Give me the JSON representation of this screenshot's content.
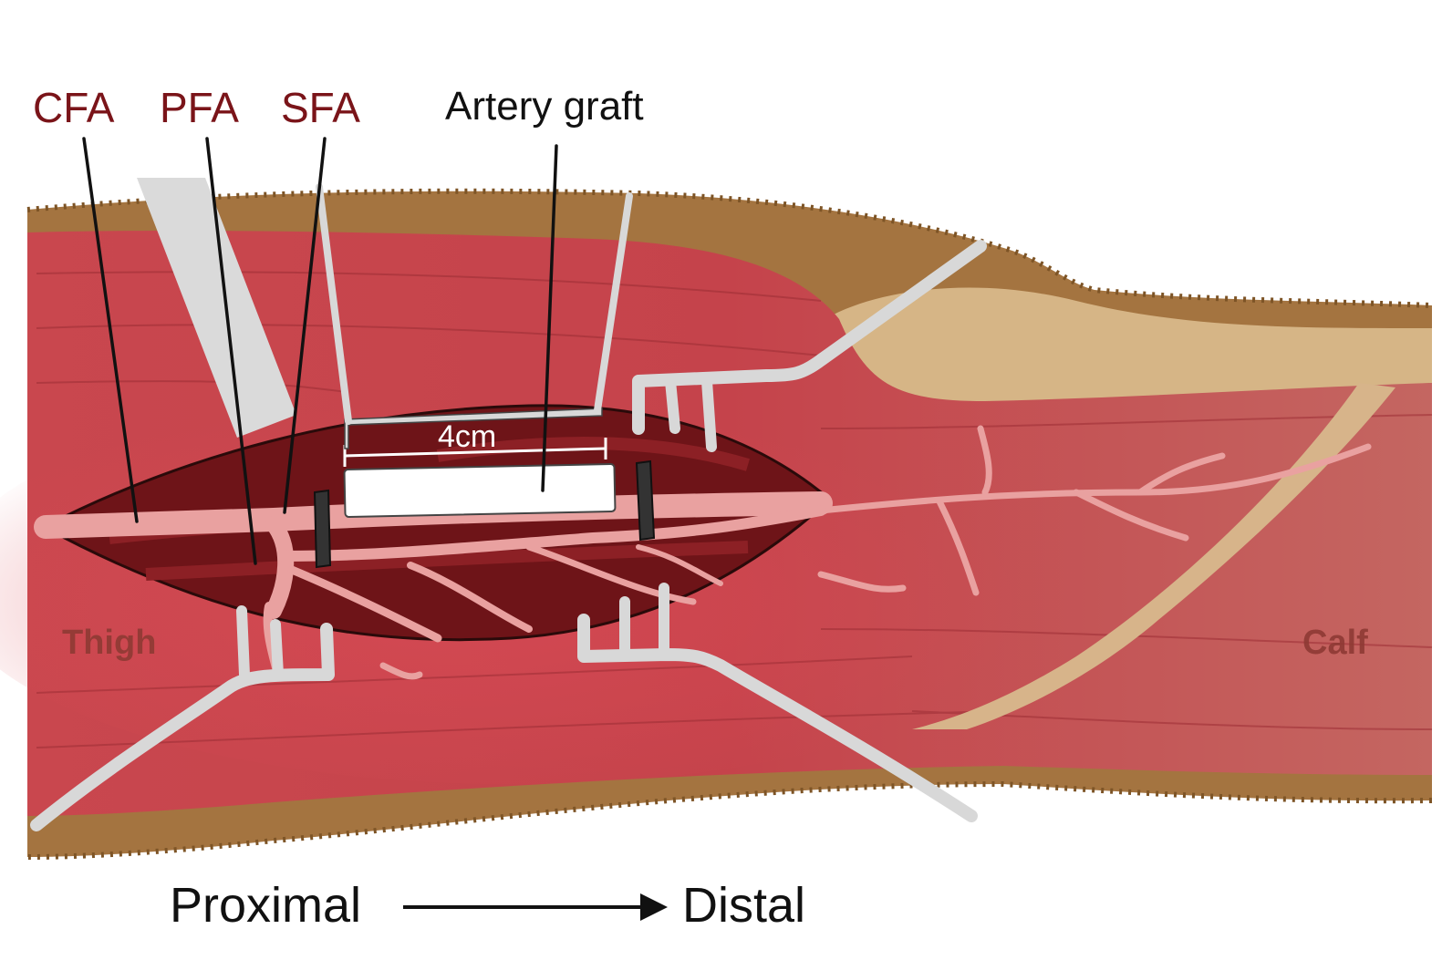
{
  "labels": {
    "cfa": "CFA",
    "pfa": "PFA",
    "sfa": "SFA",
    "graft": "Artery graft",
    "length": "4cm",
    "thigh": "Thigh",
    "calf": "Calf",
    "proximal": "Proximal",
    "distal": "Distal"
  },
  "colors": {
    "vessel_label": "#7a1419",
    "skin": "#a47440",
    "muscle": "#c9474e",
    "incision": "#6e1418",
    "vessel": "#e9a1a0",
    "retractor": "#d8d8d8",
    "clamp": "#333333",
    "region_label": "#8e3a34"
  },
  "icons": {
    "axis_arrow": "arrow-right-icon"
  }
}
